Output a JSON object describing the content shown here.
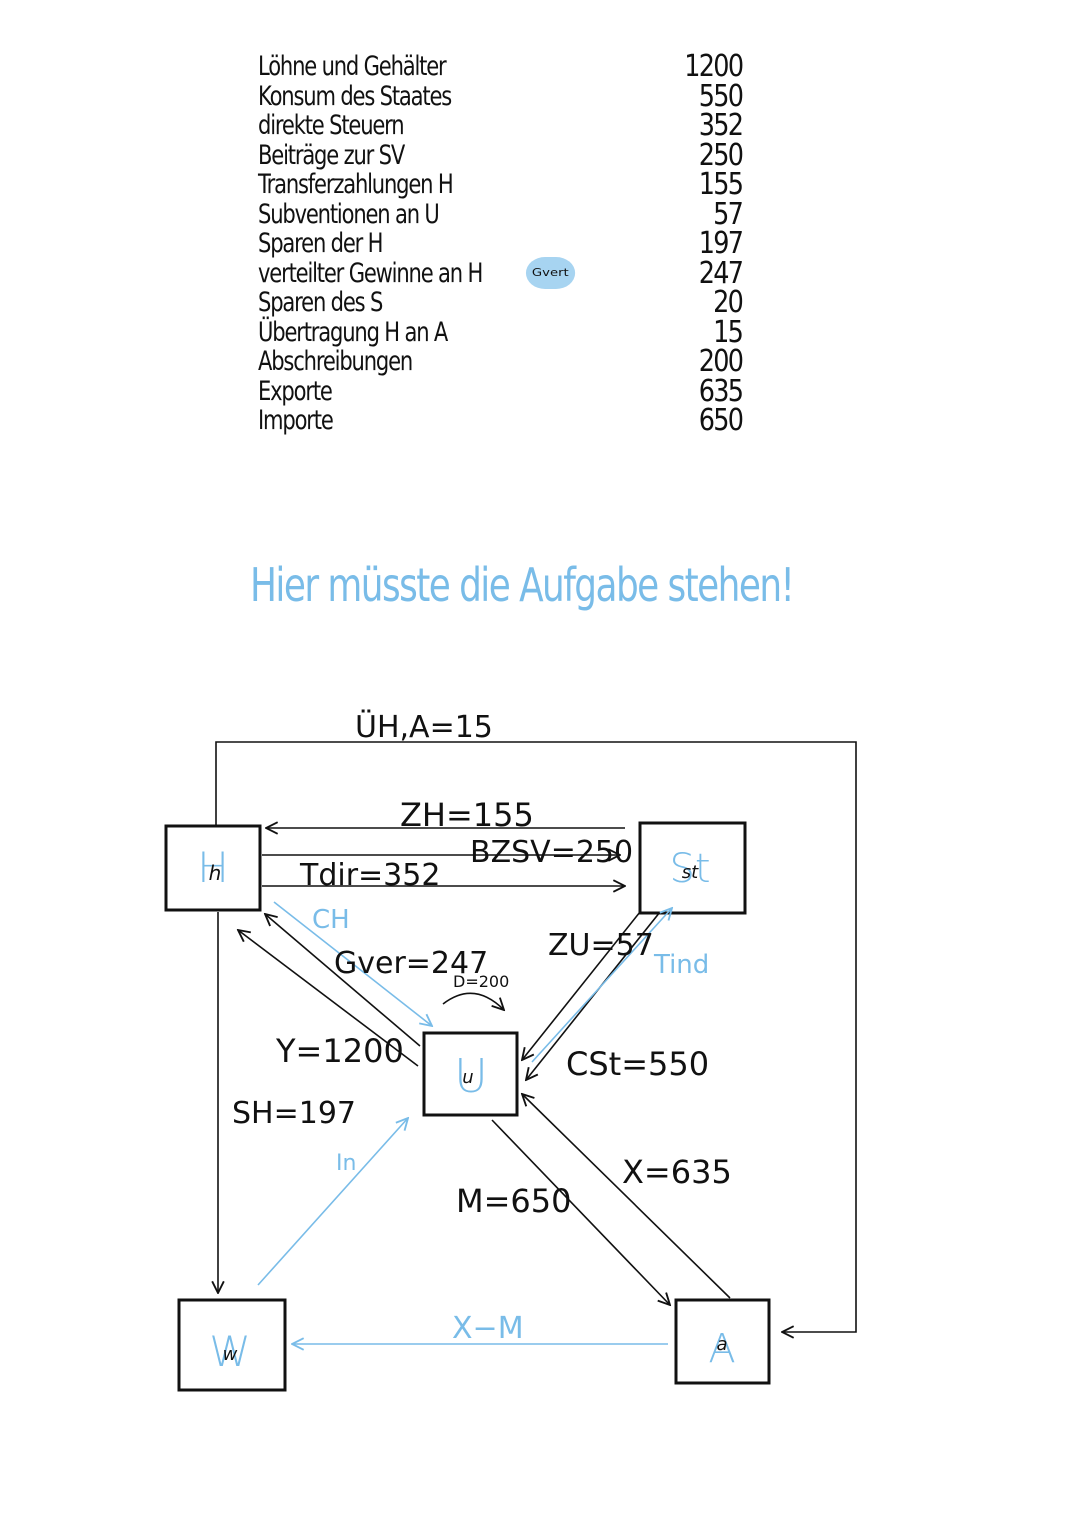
{
  "items": [
    {
      "label": "Löhne und Gehälter",
      "value": "1200"
    },
    {
      "label": "Konsum des Staates",
      "value": "550"
    },
    {
      "label": "direkte Steuern",
      "value": "352"
    },
    {
      "label": "Beiträge zur SV",
      "value": "250"
    },
    {
      "label": "Transferzahlungen H",
      "value": "155"
    },
    {
      "label": "Subventionen an U",
      "value": "57"
    },
    {
      "label": "Sparen der H",
      "value": "197"
    },
    {
      "label": "verteilter Gewinne an H",
      "value": "247",
      "badge": "Gvert"
    },
    {
      "label": "Sparen des S",
      "value": "20"
    },
    {
      "label": "Übertragung H an A",
      "value": "15"
    },
    {
      "label": "Abschreibungen",
      "value": "200"
    },
    {
      "label": "Exporte",
      "value": "635"
    },
    {
      "label": "Importe",
      "value": "650"
    }
  ],
  "task_note": "Hier müsste die Aufgabe stehen!",
  "diagram": {
    "nodes": {
      "H": {
        "letter": "H",
        "script": "h"
      },
      "St": {
        "letter": "St",
        "script": "st"
      },
      "U": {
        "letter": "U",
        "script": "u"
      },
      "W": {
        "letter": "W",
        "script": "w"
      },
      "A": {
        "letter": "A",
        "script": "a"
      }
    },
    "flows": {
      "uha": "ÜH,A=15",
      "zh": "ZH=155",
      "bzsv": "BZSV=250",
      "tdir": "Tdir=352",
      "ch": "CH",
      "gver": "Gver=247",
      "d": "D=200",
      "zu": "ZU=57",
      "tind": "Tind",
      "y": "Y=1200",
      "cst": "CSt=550",
      "sh": "SH=197",
      "in": "In",
      "x": "X=635",
      "m": "M=650",
      "xm": "X−M"
    }
  },
  "colors": {
    "ink": "#111111",
    "accent_blue": "#79bce8",
    "badge_blue": "#a7d4f1"
  }
}
